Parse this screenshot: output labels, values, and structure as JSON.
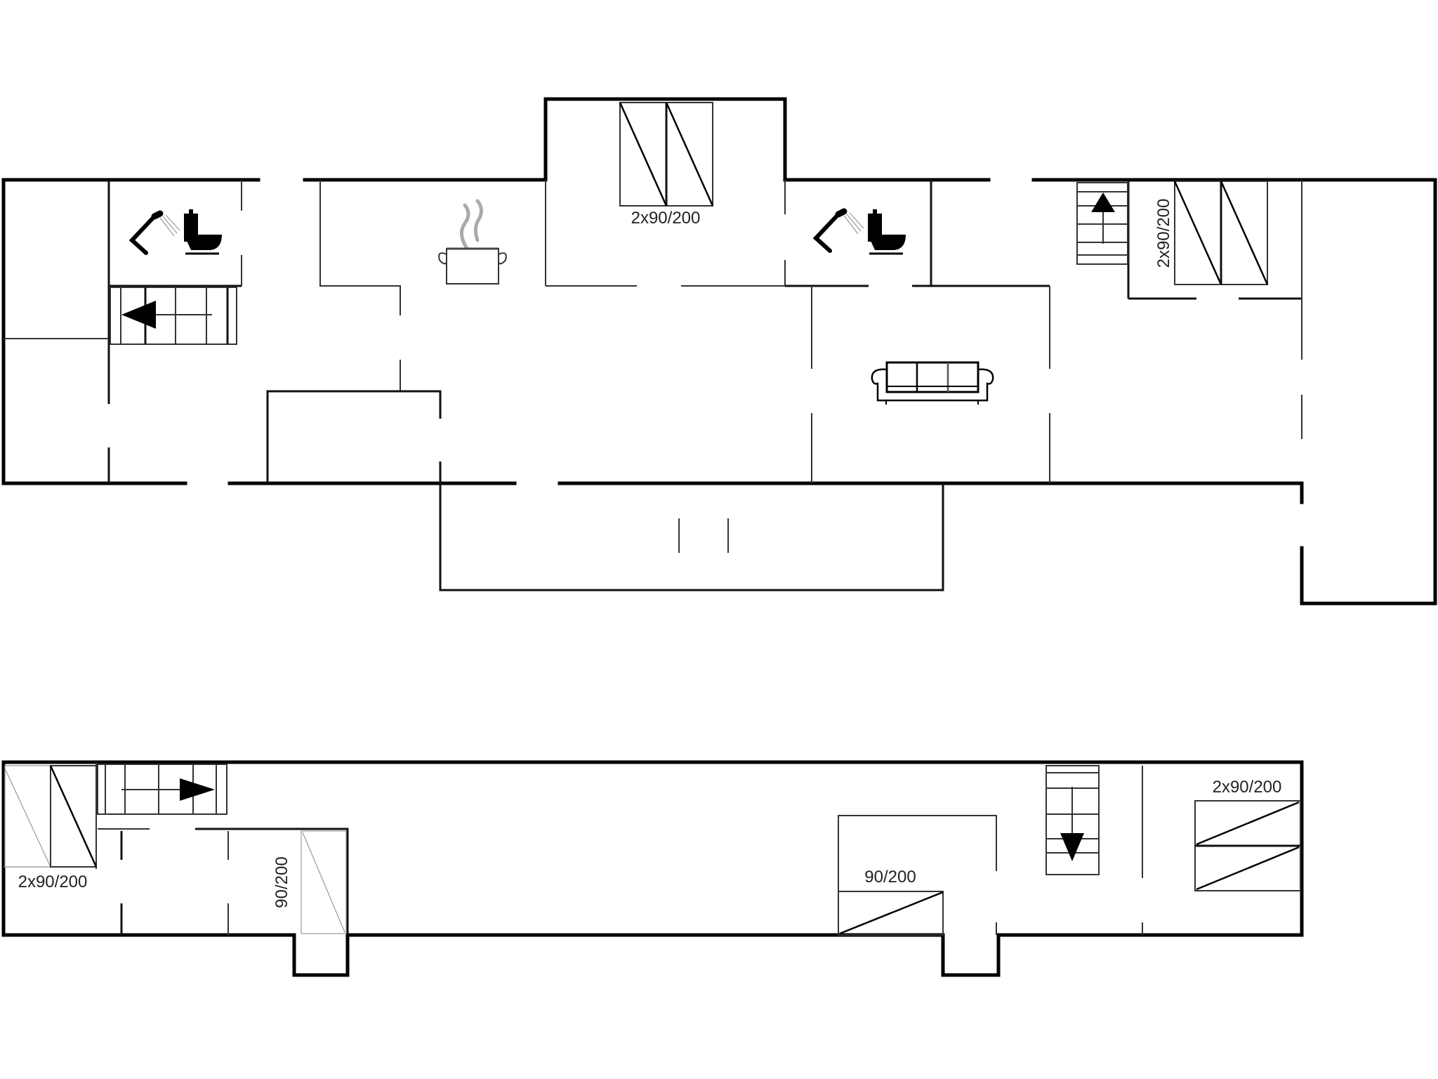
{
  "floorplan": {
    "ground_floor": {
      "bed_labels": {
        "top_center": "2x90/200",
        "right_vertical": "2x90/200"
      },
      "icons": [
        "shower-icon",
        "toilet-icon",
        "cooking-pot-icon",
        "shower-icon",
        "toilet-icon",
        "sofa-icon",
        "stairs-up-icon",
        "stairs-left-icon"
      ]
    },
    "upper_floor": {
      "bed_labels": {
        "left": "2x90/200",
        "left_vertical": "90/200",
        "center": "90/200",
        "right": "2x90/200"
      },
      "icons": [
        "stairs-right-icon",
        "stairs-down-icon"
      ]
    }
  },
  "colors": {
    "wall": "#000000",
    "background": "#ffffff",
    "steam": "#aaaaaa"
  }
}
